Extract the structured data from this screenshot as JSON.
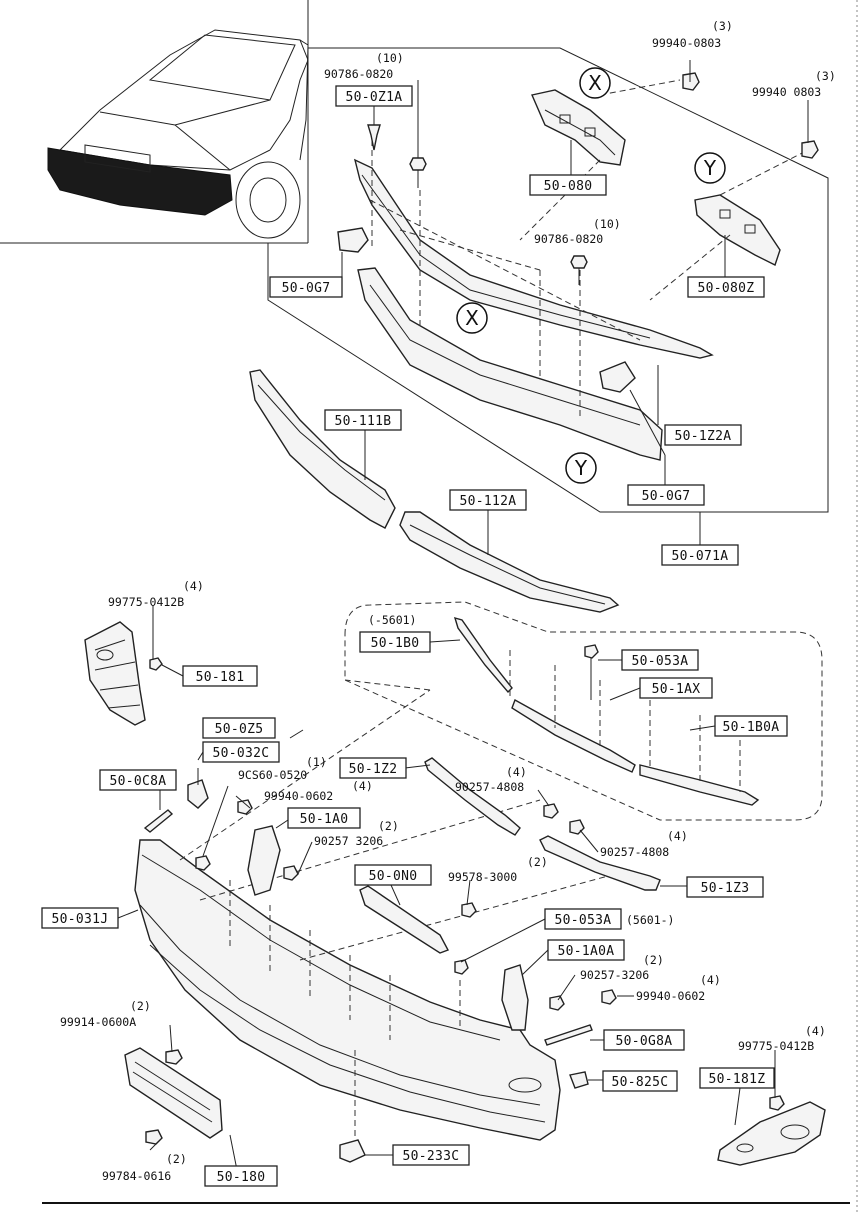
{
  "labels": {
    "l_500z1a": "50-0Z1A",
    "l_50080": "50-080",
    "l_50080z": "50-080Z",
    "l_500g7a": "50-0G7",
    "l_501z2a": "50-1Z2A",
    "l_500g7b": "50-0G7",
    "l_50111b": "50-111B",
    "l_50112a": "50-112A",
    "l_50071a": "50-071A",
    "l_501b0": "50-1B0",
    "l_50053a_top": "50-053A",
    "l_501ax": "50-1AX",
    "l_501b0a": "50-1B0A",
    "l_50181": "50-181",
    "l_500z5": "50-0Z5",
    "l_50032c": "50-032C",
    "l_500c8a": "50-0C8A",
    "l_501z2": "50-1Z2",
    "l_501a0": "50-1A0",
    "l_501z3": "50-1Z3",
    "l_500n0": "50-0N0",
    "l_50031j": "50-031J",
    "l_50053a_bot": "50-053A",
    "l_501a0a": "50-1A0A",
    "l_500g8a": "50-0G8A",
    "l_50825c": "50-825C",
    "l_50181z": "50-181Z",
    "l_50180": "50-180",
    "l_50233c": "50-233C"
  },
  "part_numbers": {
    "p_99940_0803_a": "99940-0803",
    "p_99940_0803_b": "99940 0803",
    "p_90786_0820_a": "90786-0820",
    "p_90786_0820_b": "90786-0820",
    "p_99775_0412b_a": "99775-0412B",
    "p_9cs60_0520": "9CS60-0520",
    "p_99940_0602_a": "99940-0602",
    "p_90257_4808_a": "90257-4808",
    "p_90257_3206_a": "90257 3206",
    "p_99578_3000": "99578-3000",
    "p_90257_4808_b": "90257-4808",
    "p_99914_0600a": "99914-0600A",
    "p_90257_3206_b": "90257-3206",
    "p_99940_0602_b": "99940-0602",
    "p_99775_0412b_b": "99775-0412B",
    "p_99784_0616": "99784-0616"
  },
  "quantities": {
    "q_99940_a": "(3)",
    "q_99940_b": "(3)",
    "q_90786_a": "(10)",
    "q_90786_b": "(10)",
    "q_99775_a": "(4)",
    "q_9cs60": "(1)",
    "q_99940_0602_a": "(4)",
    "q_90257_4808_a": "(4)",
    "q_90257_3206_a": "(2)",
    "q_99578": "(2)",
    "q_90257_4808_b": "(4)",
    "q_99914": "(2)",
    "q_90257_3206_b": "(2)",
    "q_99940_0602_b": "(4)",
    "q_99775_b": "(4)",
    "q_99784": "(2)"
  },
  "notes": {
    "serial_before": "(-5601)",
    "serial_after": "(5601-)"
  },
  "callouts": {
    "x_top": "X",
    "x_mid": "X",
    "y_top": "Y",
    "y_mid": "Y"
  }
}
